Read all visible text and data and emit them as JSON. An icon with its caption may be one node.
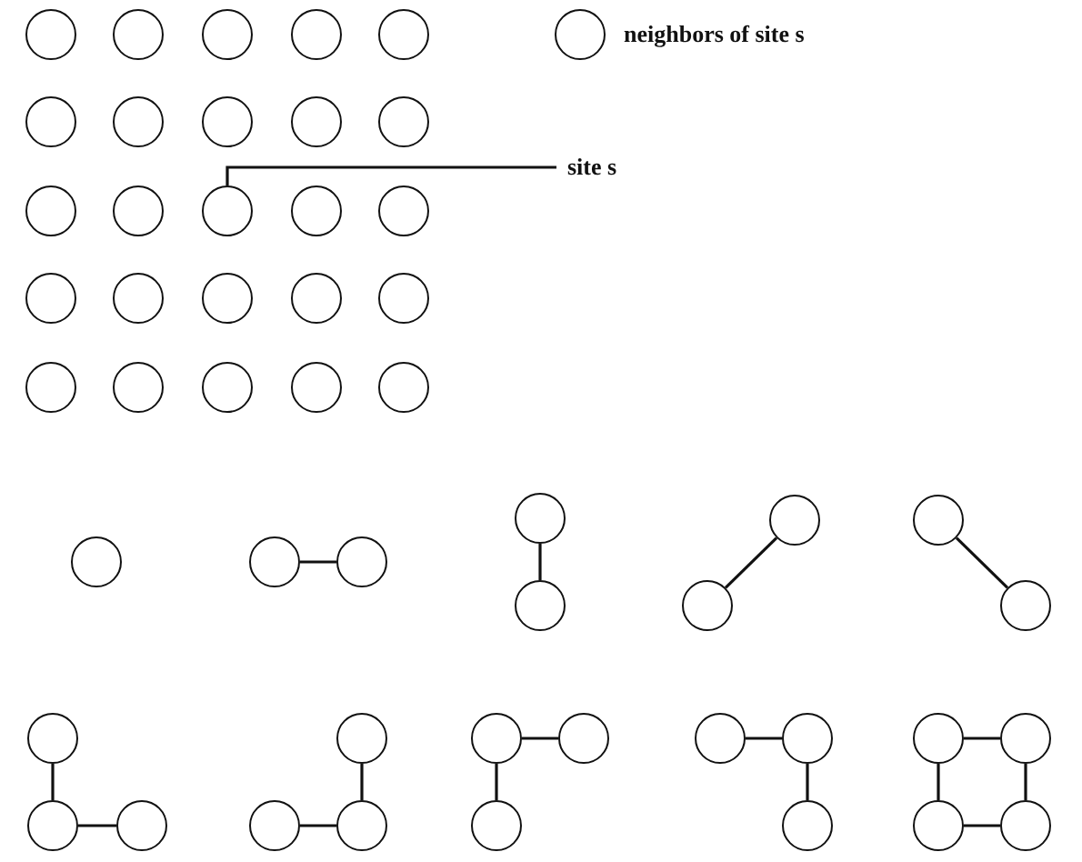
{
  "diagram": {
    "nodes": [
      {
        "text": [],
        "shape": "circle"
      },
      {
        "text": [],
        "shape": "circle"
      },
      {
        "text": [],
        "shape": "circle"
      },
      {
        "text": [],
        "shape": "circle"
      },
      {
        "text": [],
        "shape": "circle"
      },
      {
        "text": [],
        "shape": "circle"
      },
      {
        "text": [],
        "shape": "circle"
      },
      {
        "text": [],
        "shape": "circle"
      },
      {
        "text": [],
        "shape": "circle"
      },
      {
        "text": [],
        "shape": "circle"
      },
      {
        "text": [],
        "shape": "circle"
      },
      {
        "text": [],
        "shape": "circle"
      },
      {
        "text": [],
        "shape": "circle"
      },
      {
        "text": [],
        "shape": "circle"
      },
      {
        "text": [],
        "shape": "circle"
      },
      {
        "text": [],
        "shape": "circle"
      },
      {
        "text": [],
        "shape": "circle"
      },
      {
        "text": [],
        "shape": "circle"
      },
      {
        "text": [],
        "shape": "circle"
      },
      {
        "text": [],
        "shape": "circle"
      },
      {
        "text": [],
        "shape": "circle"
      },
      {
        "text": [],
        "shape": "circle"
      },
      {
        "text": [],
        "shape": "circle"
      },
      {
        "text": [],
        "shape": "circle"
      },
      {
        "text": [],
        "shape": "circle"
      },
      {
        "text": [
          "site s"
        ]
      },
      {
        "text": [],
        "shape": "circle"
      },
      {
        "text": [],
        "shape": "circle"
      },
      {
        "text": [],
        "shape": "circle"
      },
      {
        "text": [],
        "shape": "circle"
      },
      {
        "text": [],
        "shape": "circle"
      },
      {
        "text": [],
        "shape": "circle"
      },
      {
        "text": [],
        "shape": "circle"
      },
      {
        "text": [],
        "shape": "circle"
      },
      {
        "text": [],
        "shape": "circle"
      },
      {
        "text": [],
        "shape": "circle"
      },
      {
        "text": [],
        "shape": "circle"
      },
      {
        "text": [],
        "shape": "circle"
      },
      {
        "text": [],
        "shape": "circle"
      },
      {
        "text": [],
        "shape": "circle"
      },
      {
        "text": [],
        "shape": "circle"
      },
      {
        "text": [],
        "shape": "circle"
      },
      {
        "text": [],
        "shape": "circle"
      },
      {
        "text": [],
        "shape": "circle"
      },
      {
        "text": [],
        "shape": "circle"
      },
      {
        "text": [],
        "shape": "circle"
      },
      {
        "text": [],
        "shape": "circle"
      },
      {
        "text": [],
        "shape": "circle"
      },
      {
        "text": [],
        "shape": "circle"
      },
      {
        "text": [],
        "shape": "circle"
      },
      {
        "text": [],
        "shape": "circle"
      }
    ],
    "edges": [
      {
        "from": 25,
        "to": 12,
        "arrow": "none"
      },
      {
        "from": 27,
        "to": 28,
        "arrow": "none"
      },
      {
        "from": 29,
        "to": 30,
        "arrow": "none"
      },
      {
        "from": 31,
        "to": 32,
        "arrow": "none"
      },
      {
        "from": 33,
        "to": 34,
        "arrow": "none"
      },
      {
        "from": 35,
        "to": 36,
        "arrow": "none"
      },
      {
        "from": 36,
        "to": 37,
        "arrow": "none"
      },
      {
        "from": 38,
        "to": 39,
        "arrow": "none"
      },
      {
        "from": 39,
        "to": 40,
        "arrow": "none"
      },
      {
        "from": 41,
        "to": 42,
        "arrow": "none"
      },
      {
        "from": 41,
        "to": 43,
        "arrow": "none"
      },
      {
        "from": 44,
        "to": 45,
        "arrow": "none"
      },
      {
        "from": 45,
        "to": 46,
        "arrow": "none"
      },
      {
        "from": 47,
        "to": 48,
        "arrow": "none"
      },
      {
        "from": 47,
        "to": 49,
        "arrow": "none"
      },
      {
        "from": 48,
        "to": 50,
        "arrow": "none"
      },
      {
        "from": 49,
        "to": 50,
        "arrow": "none"
      }
    ],
    "legend": [
      {
        "text": "neighbors of site s"
      }
    ]
  }
}
